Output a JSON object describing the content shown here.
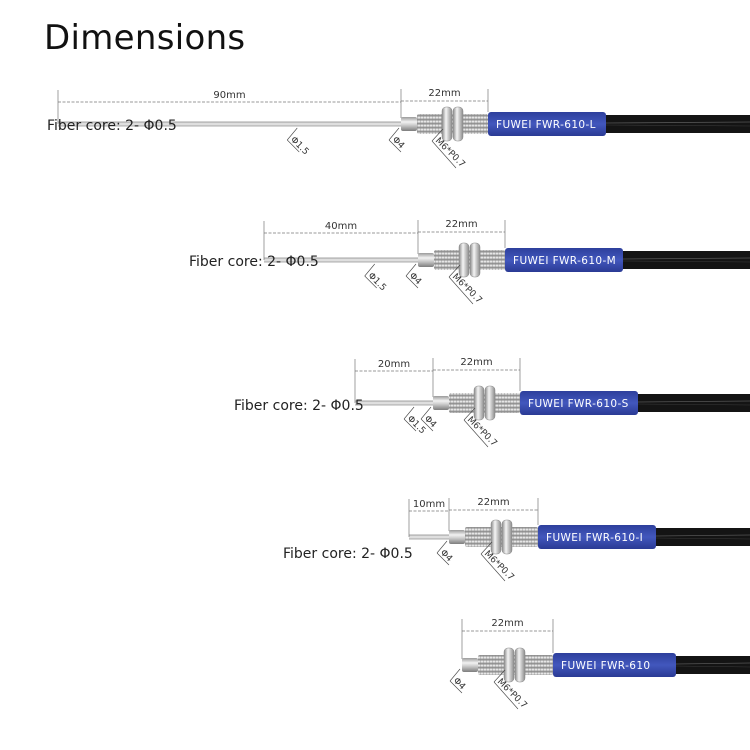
{
  "title": "Dimensions",
  "colors": {
    "sleeve_blue": "#3a4fb0",
    "cable_black": "#141414",
    "metal": "#c8c8c8",
    "dim_line": "#777777"
  },
  "sensors": [
    {
      "model": "FUWEI FWR-610-L",
      "probe_length": "90mm",
      "probe_diameter": "Φ1.5",
      "body_length": "22mm",
      "tip_diameter": "Φ4",
      "thread": "M6*P0.7",
      "fiber_core": "Fiber core: 2- Φ0.5"
    },
    {
      "model": "FUWEI FWR-610-M",
      "probe_length": "40mm",
      "probe_diameter": "Φ1.5",
      "body_length": "22mm",
      "tip_diameter": "Φ4",
      "thread": "M6*P0.7",
      "fiber_core": "Fiber core: 2- Φ0.5"
    },
    {
      "model": "FUWEI FWR-610-S",
      "probe_length": "20mm",
      "probe_diameter": "Φ1.5",
      "body_length": "22mm",
      "tip_diameter": "Φ4",
      "thread": "M6*P0.7",
      "fiber_core": "Fiber core: 2- Φ0.5"
    },
    {
      "model": "FUWEI FWR-610-I",
      "probe_length": "10mm",
      "probe_diameter": "",
      "body_length": "22mm",
      "tip_diameter": "Φ4",
      "thread": "M6*P0.7",
      "fiber_core": "Fiber core: 2- Φ0.5"
    },
    {
      "model": "FUWEI FWR-610",
      "probe_length": "",
      "probe_diameter": "",
      "body_length": "22mm",
      "tip_diameter": "Φ4",
      "thread": "M6*P0.7",
      "fiber_core": ""
    }
  ]
}
